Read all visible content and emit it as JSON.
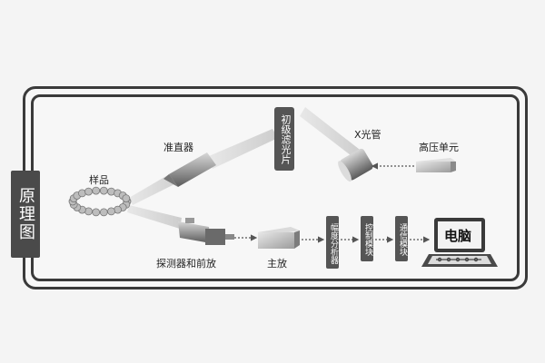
{
  "side_title": "原理图",
  "labels": {
    "sample": "样品",
    "collimator": "准直器",
    "filter": "初级滤光片",
    "xray_tube": "X光管",
    "hv_unit": "高压单元",
    "detector": "探测器和前放",
    "main_amp": "主放",
    "amplitude_analyzer": "幅度分析器",
    "control_module": "控制模块",
    "comm_module": "通信模块",
    "computer": "电脑"
  },
  "colors": {
    "frame": "#3a3a3a",
    "dark_box": "#555555",
    "beam": "#d0d0d0"
  }
}
